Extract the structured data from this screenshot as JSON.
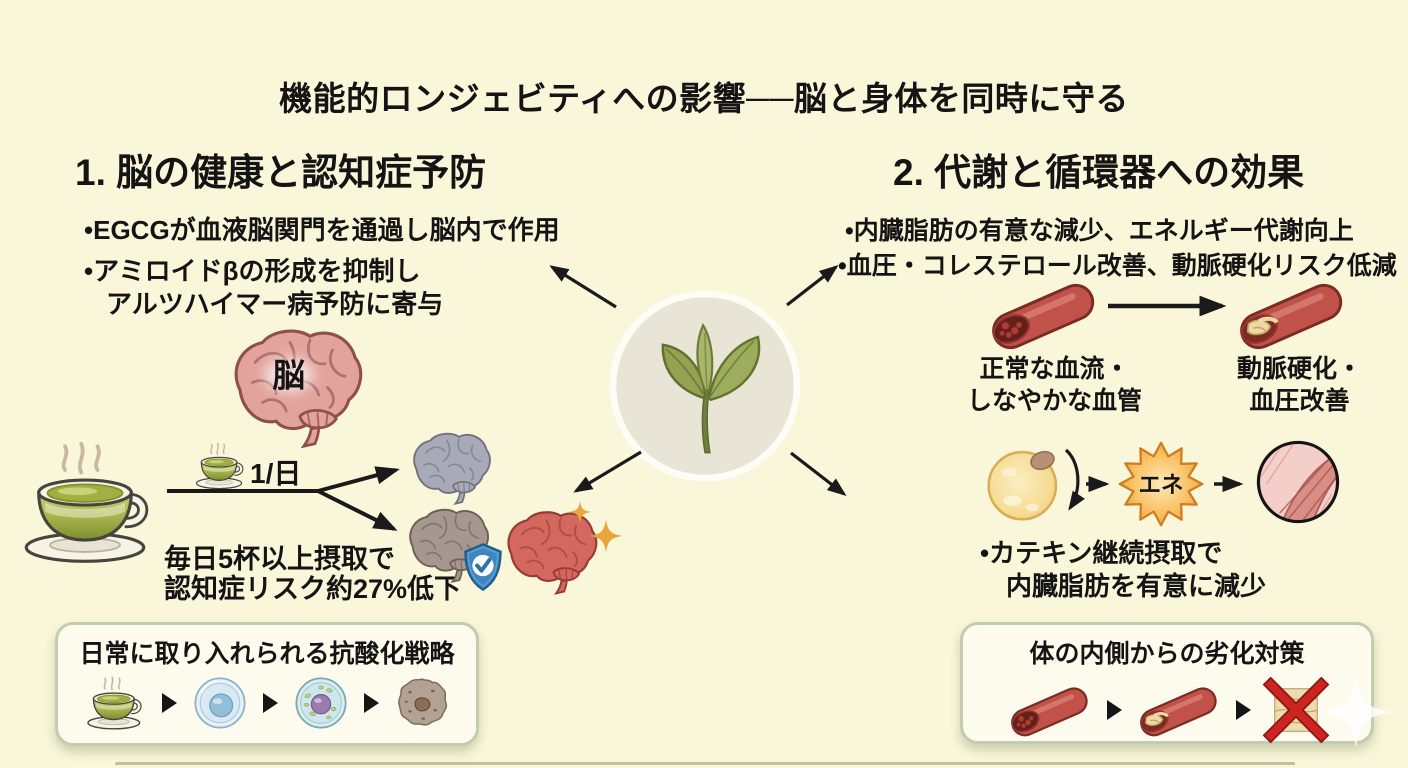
{
  "title": "機能的ロンジェビティへの影響──脳と身体を同時に守る",
  "left": {
    "heading": "1. 脳の健康と認知症予防",
    "bullet1": "EGCGが血液脳関門を通過し脳内で作用",
    "bullet2": "アミロイドβの形成を抑制し",
    "bullet2_cont": "アルツハイマー病予防に寄与",
    "brain_label": "脳",
    "dose_label": "1/日",
    "stat_line1": "毎日5杯以上摂取で",
    "stat_line2": "認知症リスク約27%低下",
    "box_title": "日常に取り入れられる抗酸化戦略"
  },
  "right": {
    "heading": "2. 代謝と循環器への効果",
    "bullet1": "内臓脂肪の有意な減少、エネルギー代謝向上",
    "bullet2": "血圧・コレステロール改善、動脈硬化リスク低減",
    "vessel_before_line1": "正常な血流・",
    "vessel_before_line2": "しなやかな血管",
    "vessel_after_line1": "動脈硬化・",
    "vessel_after_line2": "血圧改善",
    "energy_label": "エネ",
    "catechin_bullet": "カテキン継続摂取で",
    "catechin_cont": "内臓脂肪を有意に減少",
    "box_title": "体の内側からの劣化対策"
  },
  "colors": {
    "bg": "#f9f6d9",
    "text": "#141414",
    "box-bg": "#fdfbee",
    "box-border": "#c2cdae",
    "tea-green": "#a2b042",
    "leaf-green": "#93a351",
    "vessel-red": "#c1524a",
    "energy-orange": "#f3ab43",
    "brain-pink": "#e2a39c",
    "shield-blue": "#3e86c0",
    "cross-red": "#c62220"
  },
  "icons": {
    "center": "tea-leaf-sprig",
    "left_side": [
      "steaming-teacup",
      "brain",
      "gray-brain",
      "protected-brain",
      "shield-check",
      "sparkles"
    ],
    "right_side": [
      "blood-vessel-normal",
      "blood-vessel-improved",
      "fat-cell",
      "energy-burst",
      "muscle-tissue"
    ],
    "bottom_left_box": [
      "teacup",
      "healthy-cell",
      "active-cell",
      "damaged-cell"
    ],
    "bottom_right_box": [
      "blood-vessel",
      "blood-vessel-plaque",
      "blocked-vessel-x"
    ],
    "decoration": "white-sparkle-diamond"
  }
}
